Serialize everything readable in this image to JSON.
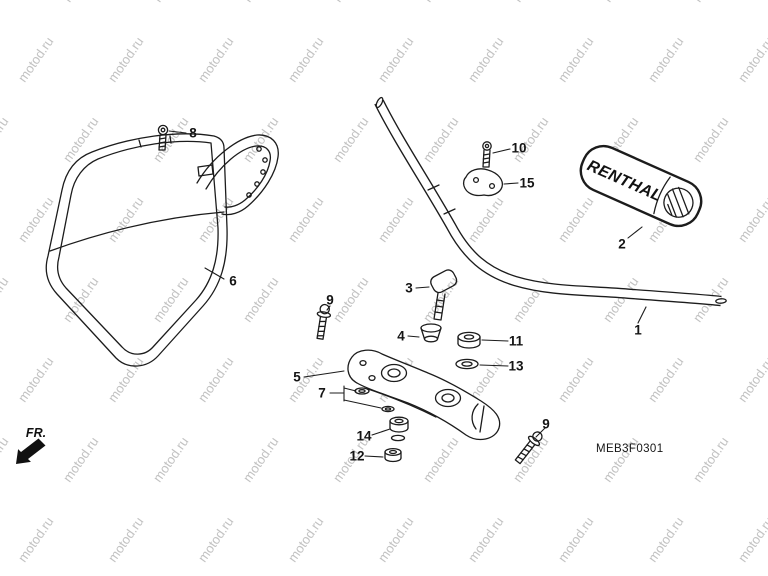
{
  "watermark": {
    "text": "motod.ru"
  },
  "footer": {
    "diagram_code": "MEB3F0301"
  },
  "orientation": {
    "front_label": "FR."
  },
  "grip": {
    "brand": "RENTHAL"
  },
  "part_labels": {
    "handlebar": "1",
    "grip": "2",
    "holder": "3",
    "holder_cone": "4",
    "top_bridge": "5",
    "number_plate": "6",
    "washer_set": "7",
    "plate_bolt": "8",
    "bolt_left": "9",
    "bolt_right": "9",
    "clamp_bolt": "10",
    "nut_upper": "11",
    "nut_lower": "12",
    "washer": "13",
    "stem_nut": "14",
    "clamp_upper": "15"
  }
}
